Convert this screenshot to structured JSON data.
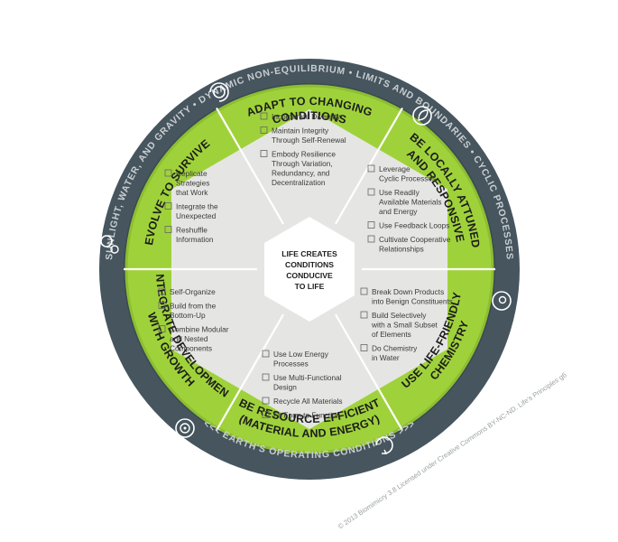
{
  "outer_ring": {
    "items": [
      "SUNLIGHT, WATER, AND GRAVITY",
      "DYNAMIC NON-EQUILIBRIUM",
      "LIMITS AND BOUNDARIES",
      "CYCLIC PROCESSES"
    ],
    "bottom": "<<< EARTH'S OPERATING CONDITIONS >>>"
  },
  "center": {
    "lines": [
      "LIFE CREATES",
      "CONDITIONS",
      "CONDUCIVE",
      "TO LIFE"
    ]
  },
  "segments": [
    {
      "id": "adapt",
      "title_lines": [
        "ADAPT TO CHANGING",
        "CONDITIONS"
      ],
      "items": [
        [
          "Incorporate Diversity"
        ],
        [
          "Maintain Integrity",
          "Through Self-Renewal"
        ],
        [
          "Embody Resilience",
          "Through Variation,",
          "Redundancy, and",
          "Decentralization"
        ]
      ]
    },
    {
      "id": "local",
      "title_lines": [
        "BE LOCALLY ATTUNED",
        "AND RESPONSIVE"
      ],
      "items": [
        [
          "Leverage",
          "Cyclic Processes"
        ],
        [
          "Use Readily",
          "Available Materials",
          "and Energy"
        ],
        [
          "Use Feedback Loops"
        ],
        [
          "Cultivate Cooperative",
          "Relationships"
        ]
      ]
    },
    {
      "id": "chem",
      "title_lines": [
        "USE LIFE-FRIENDLY",
        "CHEMISTRY"
      ],
      "items": [
        [
          "Break Down Products",
          "into Benign Constituents"
        ],
        [
          "Build Selectively",
          "with a Small Subset",
          "of Elements"
        ],
        [
          "Do Chemistry",
          "in Water"
        ]
      ]
    },
    {
      "id": "resource",
      "title_lines": [
        "BE RESOURCE EFFICIENT",
        "(MATERIAL AND ENERGY)"
      ],
      "items": [
        [
          "Use Low Energy",
          "Processes"
        ],
        [
          "Use Multi-Functional",
          "Design"
        ],
        [
          "Recycle All Materials"
        ],
        [
          "Fit Form to Function"
        ]
      ]
    },
    {
      "id": "integrate",
      "title_lines": [
        "INTEGRATE DEVELOPMENT",
        "WITH GROWTH"
      ],
      "items": [
        [
          "Self-Organize"
        ],
        [
          "Build from the",
          "Bottom-Up"
        ],
        [
          "Combine Modular",
          "and Nested",
          "Components"
        ]
      ]
    },
    {
      "id": "evolve",
      "title_lines": [
        "EVOLVE TO SURVIVE"
      ],
      "items": [
        [
          "Replicate",
          "Strategies",
          "that Work"
        ],
        [
          "Integrate the",
          "Unexpected"
        ],
        [
          "Reshuffle",
          "Information"
        ]
      ]
    }
  ],
  "copyright": "© 2013 Biomimicry 3.8   Licensed under Creative Commons BY-NC-ND. Life's Principles g6",
  "colors": {
    "outer": "#46555e",
    "green": "#9fd23a",
    "dark_green": "#7fb52a",
    "hex_gray": "#e5e6e3",
    "center": "#ffffff"
  }
}
